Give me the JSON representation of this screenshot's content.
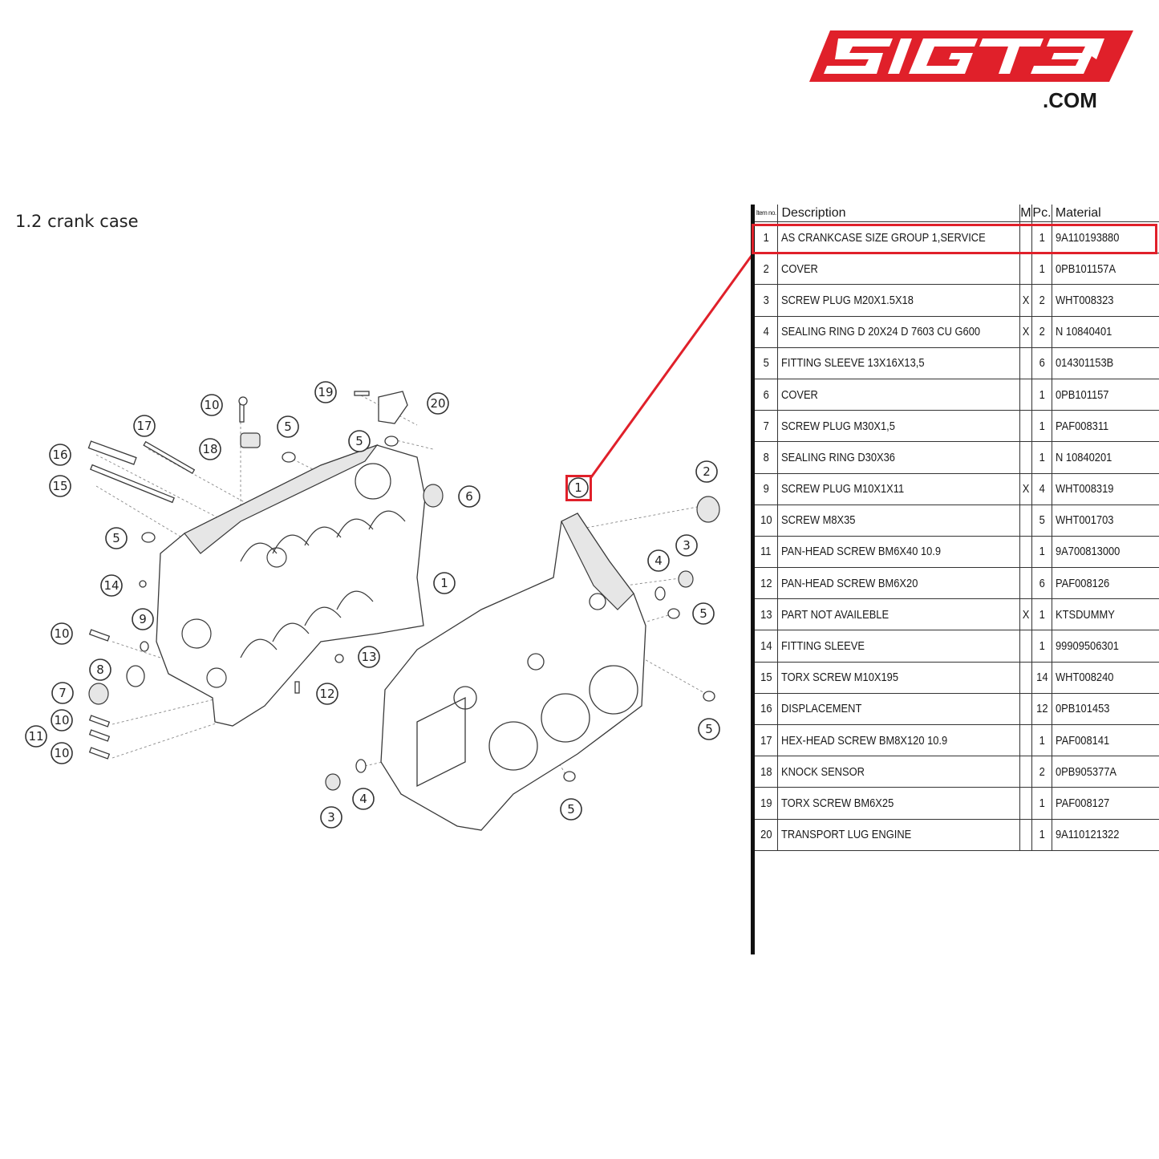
{
  "brand": {
    "logo_text": "5IGT3",
    "domain_suffix": ".COM",
    "accent_color": "#e0202a"
  },
  "section": {
    "title": "1.2  crank case"
  },
  "diagram": {
    "callouts": [
      "1",
      "2",
      "3",
      "4",
      "5",
      "5",
      "5",
      "5",
      "5",
      "5",
      "6",
      "7",
      "8",
      "9",
      "10",
      "10",
      "10",
      "10",
      "11",
      "12",
      "13",
      "14",
      "15",
      "16",
      "17",
      "18",
      "19",
      "20",
      "3",
      "4",
      "1"
    ],
    "highlighted_callout": "1",
    "highlight_color": "#e0202a"
  },
  "table": {
    "headers": {
      "item": "Item no.",
      "description": "Description",
      "m": "M",
      "pc": "Pc.",
      "material": "Material"
    },
    "highlighted_item": "1",
    "rows": [
      {
        "item": "1",
        "description": "AS CRANKCASE SIZE GROUP 1,SERVICE",
        "m": "",
        "pc": "1",
        "material": "9A110193880"
      },
      {
        "item": "2",
        "description": "COVER",
        "m": "",
        "pc": "1",
        "material": "0PB101157A"
      },
      {
        "item": "3",
        "description": "SCREW PLUG M20X1.5X18",
        "m": "X",
        "pc": "2",
        "material": "WHT008323"
      },
      {
        "item": "4",
        "description": "SEALING RING D 20X24 D 7603 CU G600",
        "m": "X",
        "pc": "2",
        "material": "N 10840401"
      },
      {
        "item": "5",
        "description": "FITTING SLEEVE 13X16X13,5",
        "m": "",
        "pc": "6",
        "material": "014301153B"
      },
      {
        "item": "6",
        "description": "COVER",
        "m": "",
        "pc": "1",
        "material": "0PB101157"
      },
      {
        "item": "7",
        "description": "SCREW PLUG M30X1,5",
        "m": "",
        "pc": "1",
        "material": "PAF008311"
      },
      {
        "item": "8",
        "description": "SEALING RING D30X36",
        "m": "",
        "pc": "1",
        "material": "N 10840201"
      },
      {
        "item": "9",
        "description": "SCREW PLUG M10X1X11",
        "m": "X",
        "pc": "4",
        "material": "WHT008319"
      },
      {
        "item": "10",
        "description": "SCREW M8X35",
        "m": "",
        "pc": "5",
        "material": "WHT001703"
      },
      {
        "item": "11",
        "description": "PAN-HEAD SCREW BM6X40 10.9",
        "m": "",
        "pc": "1",
        "material": "9A700813000"
      },
      {
        "item": "12",
        "description": "PAN-HEAD SCREW BM6X20",
        "m": "",
        "pc": "6",
        "material": "PAF008126"
      },
      {
        "item": "13",
        "description": "PART NOT AVAILEBLE",
        "m": "X",
        "pc": "1",
        "material": "KTSDUMMY"
      },
      {
        "item": "14",
        "description": "FITTING SLEEVE",
        "m": "",
        "pc": "1",
        "material": "99909506301"
      },
      {
        "item": "15",
        "description": "TORX SCREW M10X195",
        "m": "",
        "pc": "14",
        "material": "WHT008240"
      },
      {
        "item": "16",
        "description": "DISPLACEMENT",
        "m": "",
        "pc": "12",
        "material": "0PB101453"
      },
      {
        "item": "17",
        "description": "HEX-HEAD SCREW BM8X120 10.9",
        "m": "",
        "pc": "1",
        "material": "PAF008141"
      },
      {
        "item": "18",
        "description": "KNOCK SENSOR",
        "m": "",
        "pc": "2",
        "material": "0PB905377A"
      },
      {
        "item": "19",
        "description": "TORX SCREW BM6X25",
        "m": "",
        "pc": "1",
        "material": "PAF008127"
      },
      {
        "item": "20",
        "description": "TRANSPORT LUG ENGINE",
        "m": "",
        "pc": "1",
        "material": "9A110121322"
      }
    ]
  }
}
